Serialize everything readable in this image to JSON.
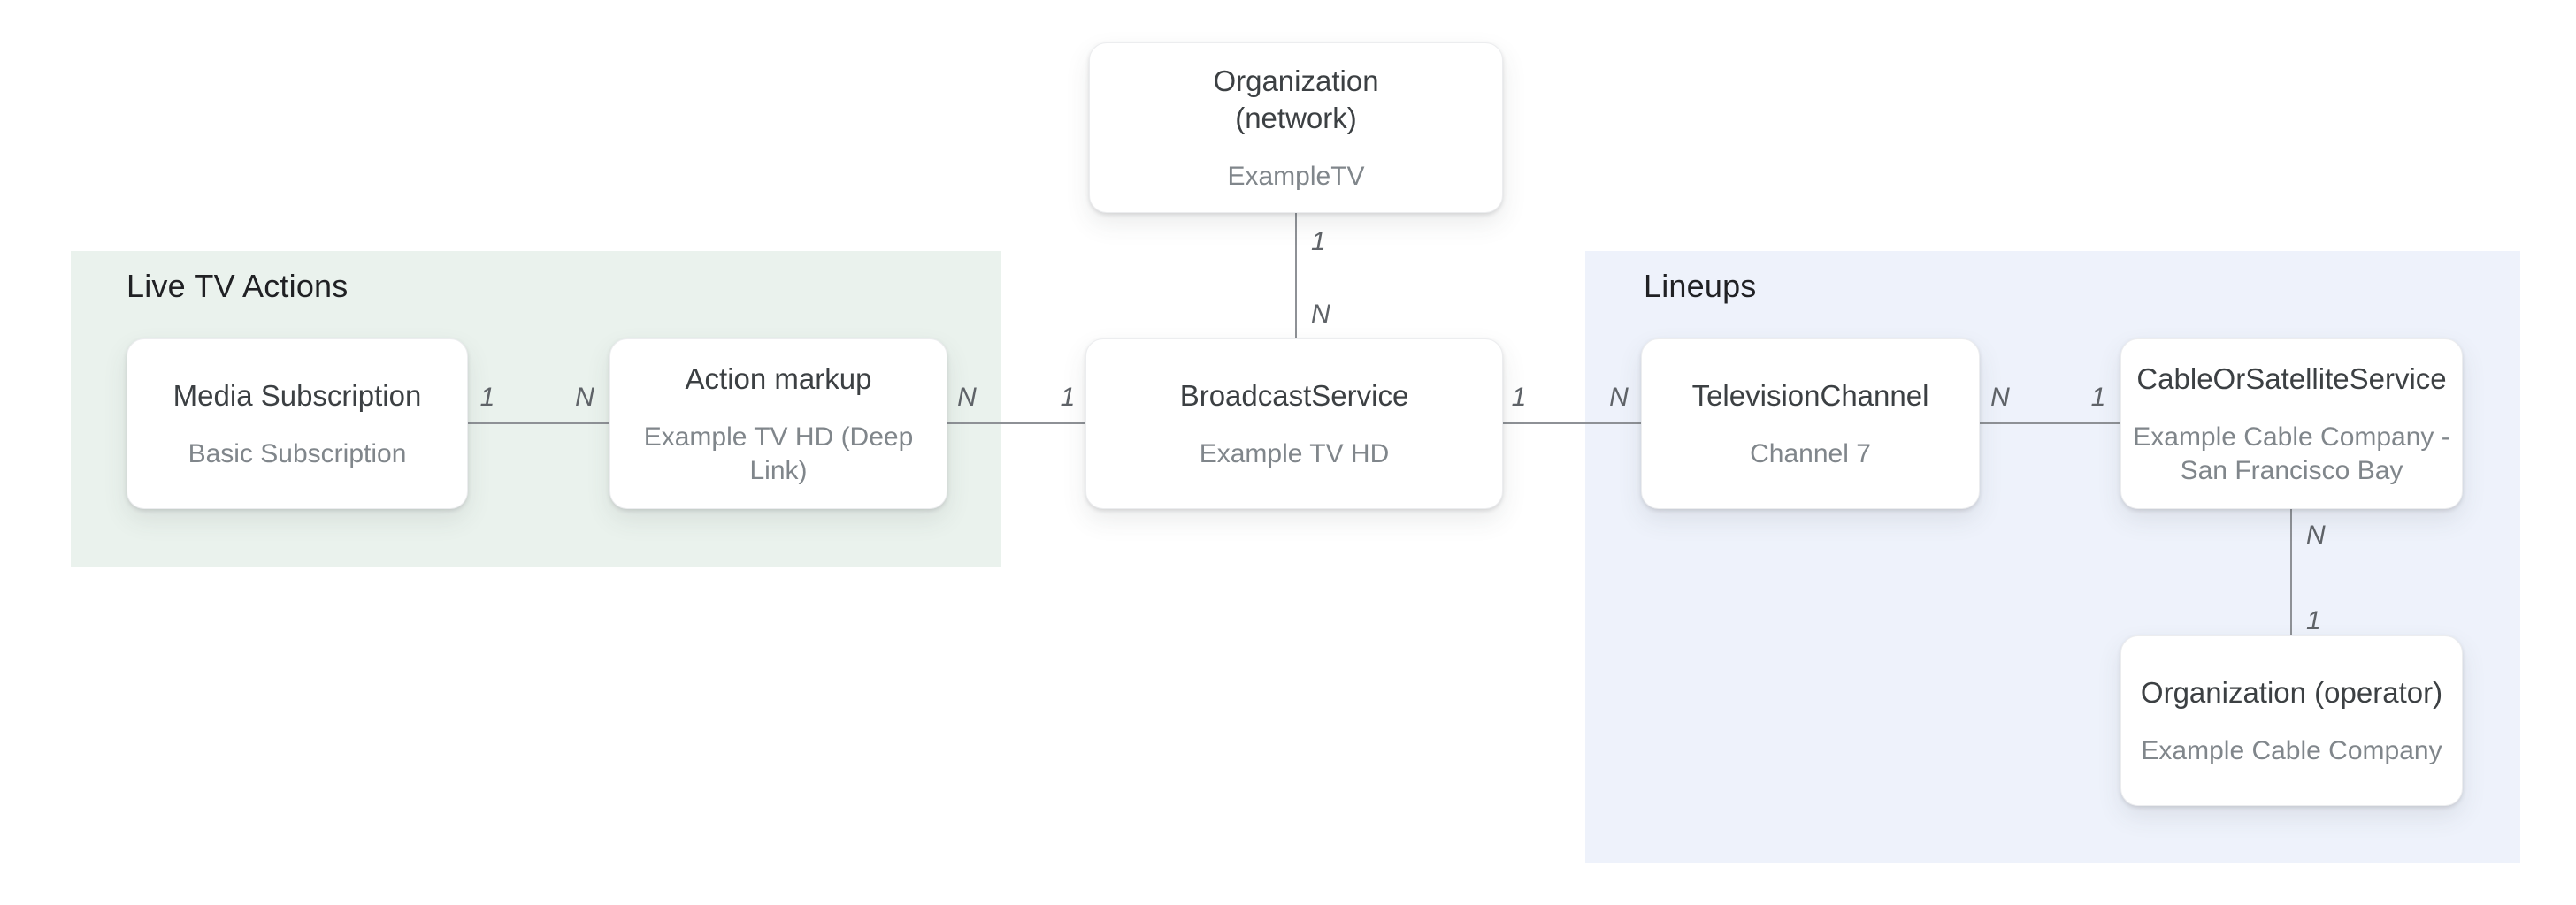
{
  "diagram": {
    "groups": {
      "live_tv_actions": {
        "label": "Live TV Actions"
      },
      "lineups": {
        "label": "Lineups"
      }
    },
    "nodes": {
      "org_network": {
        "title": "Organization\n(network)",
        "subtitle": "ExampleTV"
      },
      "media_subscription": {
        "title": "Media Subscription",
        "subtitle": "Basic Subscription"
      },
      "action_markup": {
        "title": "Action markup",
        "subtitle": "Example TV HD (Deep Link)"
      },
      "broadcast_service": {
        "title": "BroadcastService",
        "subtitle": "Example TV HD"
      },
      "television_channel": {
        "title": "TelevisionChannel",
        "subtitle": "Channel 7"
      },
      "cable_or_satellite_service": {
        "title": "CableOrSatelliteService",
        "subtitle": "Example Cable Company -\nSan Francisco Bay"
      },
      "org_operator": {
        "title": "Organization (operator)",
        "subtitle": "Example Cable Company"
      }
    },
    "edges": {
      "network_to_broadcast": {
        "start": "1",
        "end": "N"
      },
      "media_to_action": {
        "start": "1",
        "end": "N"
      },
      "action_to_broadcast": {
        "start": "N",
        "end": "1"
      },
      "broadcast_to_television": {
        "start": "1",
        "end": "N"
      },
      "television_to_cable": {
        "start": "N",
        "end": "1"
      },
      "cable_to_operator": {
        "start": "N",
        "end": "1"
      }
    },
    "colors": {
      "group_green": "#EAF2ED",
      "group_blue": "#EEF2FB",
      "line": "#8E9196",
      "heading": "#202124",
      "title": "#3C4043",
      "subtitle": "#80868B",
      "cardinality": "#5F6368"
    }
  }
}
